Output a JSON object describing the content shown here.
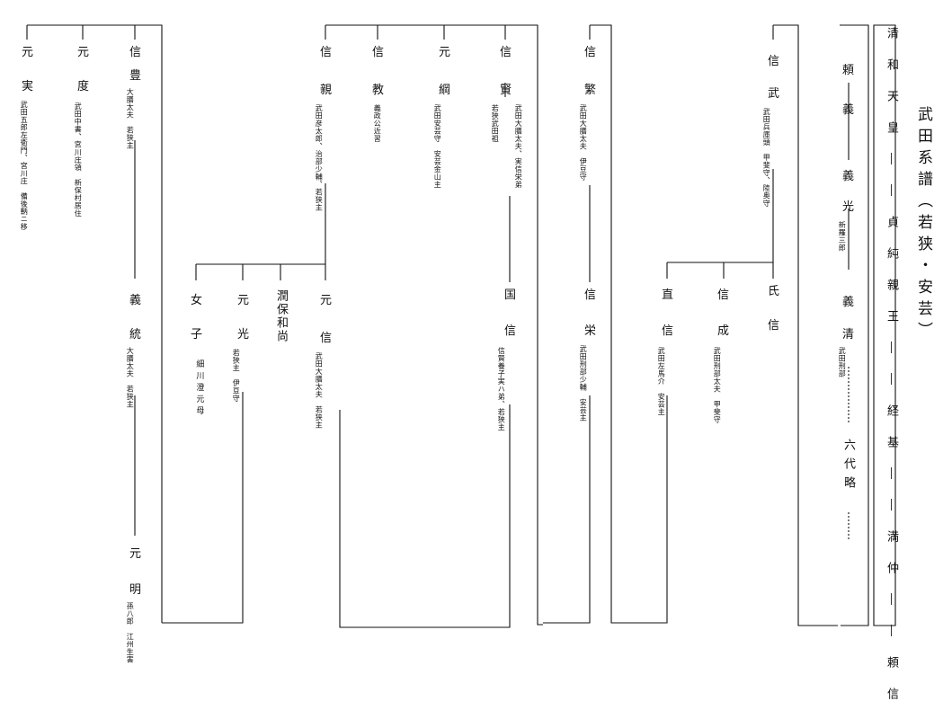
{
  "title": "武田系譜（若狭・安芸）",
  "ancestors": "清和天皇――貞純親王――経基――満仲――頼信",
  "col_yoriyoshi": {
    "name1": "頼",
    "name2": "義",
    "yoshimitsu1": "義",
    "yoshimitsu2": "光",
    "yoshimitsu_note": "新羅三郎",
    "yoshikiyo1": "義",
    "yoshikiyo2": "清",
    "yoshikiyo_note": "武田刑部",
    "omit": "六代略"
  },
  "nobutake": {
    "n1": "信",
    "n2": "武",
    "note": "武田兵庫頭　甲斐守、陸奥守"
  },
  "ujinobu": {
    "n1": "氏",
    "n2": "信"
  },
  "nobunari": {
    "n1": "信",
    "n2": "成",
    "note": "武田刑部太夫　甲斐守"
  },
  "naonobu": {
    "n1": "直",
    "n2": "信",
    "note": "武田左馬介　安芸主"
  },
  "nobushige": {
    "n1": "信",
    "n2": "繁",
    "note": "武田大膳太夫　伊豆守"
  },
  "nobuhide": {
    "n1": "信",
    "n2": "栄",
    "note": "武田刑部少輔　安芸主"
  },
  "nobukata": {
    "n1": "信",
    "n2": "賢",
    "note": "武田大膳太夫、実信栄弟",
    "note2": "若狭武田祖"
  },
  "kuninobu": {
    "n1": "国",
    "n2": "信",
    "note": "信賢養子実ハ弟、若狭主"
  },
  "mototsuna": {
    "n1": "元",
    "n2": "綱",
    "note": "武田安芸守　安芸金山主"
  },
  "nobutaka": {
    "n1": "信",
    "n2": "教",
    "note": "義政公近習"
  },
  "nobuchika": {
    "n1": "信",
    "n2": "親",
    "note": "武田彦太郎、治部少輔、若狭主"
  },
  "motonobu": {
    "n1": "元",
    "n2": "信",
    "note": "武田大膳太夫　若狭主"
  },
  "junpo": {
    "text": "潤保和尚"
  },
  "motomitsu": {
    "n1": "元",
    "n2": "光",
    "note": "若狭主　伊豆守"
  },
  "joshi": {
    "n1": "女",
    "n2": "子",
    "note": "細川澄元母"
  },
  "nobutoyo": {
    "n1": "信",
    "n2": "豊",
    "note": "大膳太夫　若狭主"
  },
  "yoshizumi": {
    "n1": "義",
    "n2": "統",
    "note": "大膳太夫　若狭主"
  },
  "motoaki": {
    "n1": "元",
    "n2": "明",
    "note": "孫八郎　江州生害"
  },
  "motonori": {
    "n1": "元",
    "n2": "度",
    "note": "武田中書、宮川庄領　新保村居住"
  },
  "motozane": {
    "n1": "元",
    "n2": "実",
    "note": "武田五郎左衛門、宮川庄　備後鞆ニ移"
  }
}
